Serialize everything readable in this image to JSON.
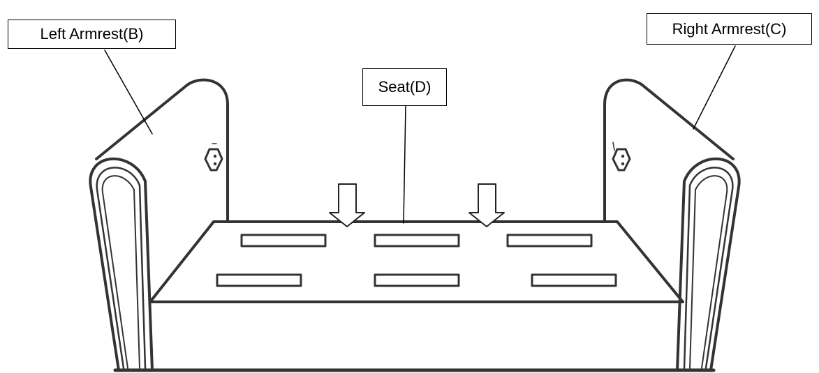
{
  "labels": {
    "left_armrest": "Left Armrest(B)",
    "right_armrest": "Right Armrest(C)",
    "seat": "Seat(D)"
  },
  "colors": {
    "stroke": "#333333",
    "background": "#ffffff"
  }
}
